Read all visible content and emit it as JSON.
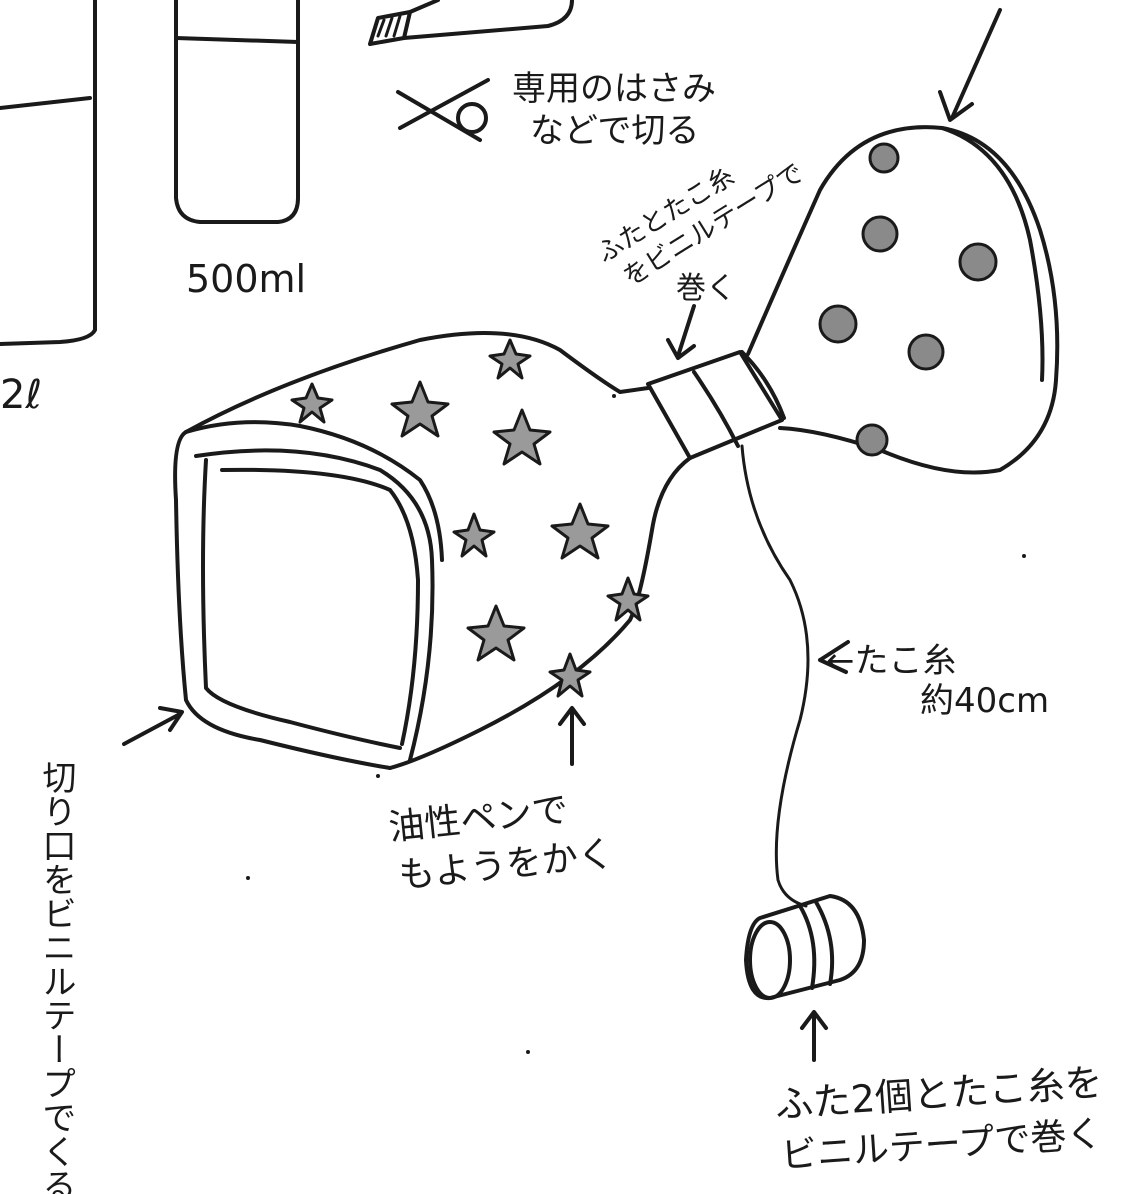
{
  "labels": {
    "cut_tool": "専用のはさみ",
    "cut_tool_2": "などで切る",
    "size_500": "500ml",
    "size_2l": "2ℓ",
    "cap_tape_1": "ふたとたこ糸",
    "cap_tape_2": "をビニルテープで",
    "cap_tape_3": "巻く",
    "string": "←たこ糸",
    "string_len": "約40cm",
    "pen_1": "油性ペンで",
    "pen_2": "もようをかく",
    "edge_vertical": "切り口をビニルテープでくるむ",
    "caps_1": "ふた2個とたこ糸を",
    "caps_2": "ビニルテープで巻く"
  }
}
